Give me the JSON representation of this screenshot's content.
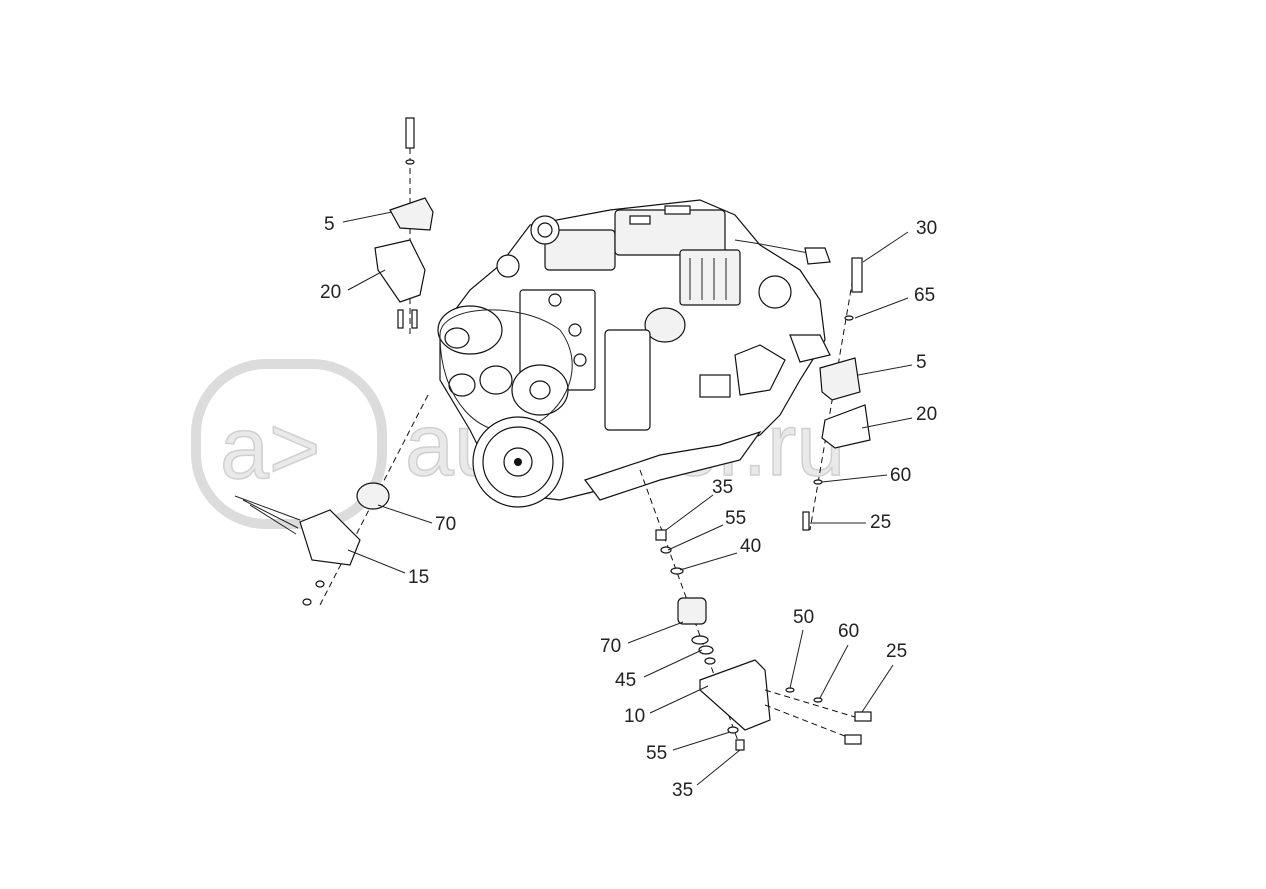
{
  "watermark": {
    "logo_glyph": "a>",
    "text": "autopiter.ru"
  },
  "callouts": [
    {
      "id": "c5-left",
      "label": "5"
    },
    {
      "id": "c20-left",
      "label": "20"
    },
    {
      "id": "c30",
      "label": "30"
    },
    {
      "id": "c65",
      "label": "65"
    },
    {
      "id": "c5-right",
      "label": "5"
    },
    {
      "id": "c20-right",
      "label": "20"
    },
    {
      "id": "c60-right",
      "label": "60"
    },
    {
      "id": "c25-right",
      "label": "25"
    },
    {
      "id": "c70-left",
      "label": "70"
    },
    {
      "id": "c15",
      "label": "15"
    },
    {
      "id": "c35-top",
      "label": "35"
    },
    {
      "id": "c55-top",
      "label": "55"
    },
    {
      "id": "c40",
      "label": "40"
    },
    {
      "id": "c70-bottom",
      "label": "70"
    },
    {
      "id": "c45",
      "label": "45"
    },
    {
      "id": "c10",
      "label": "10"
    },
    {
      "id": "c55-bottom",
      "label": "55"
    },
    {
      "id": "c35-bottom",
      "label": "35"
    },
    {
      "id": "c50",
      "label": "50"
    },
    {
      "id": "c60-bottom",
      "label": "60"
    },
    {
      "id": "c25-bottom",
      "label": "25"
    }
  ]
}
